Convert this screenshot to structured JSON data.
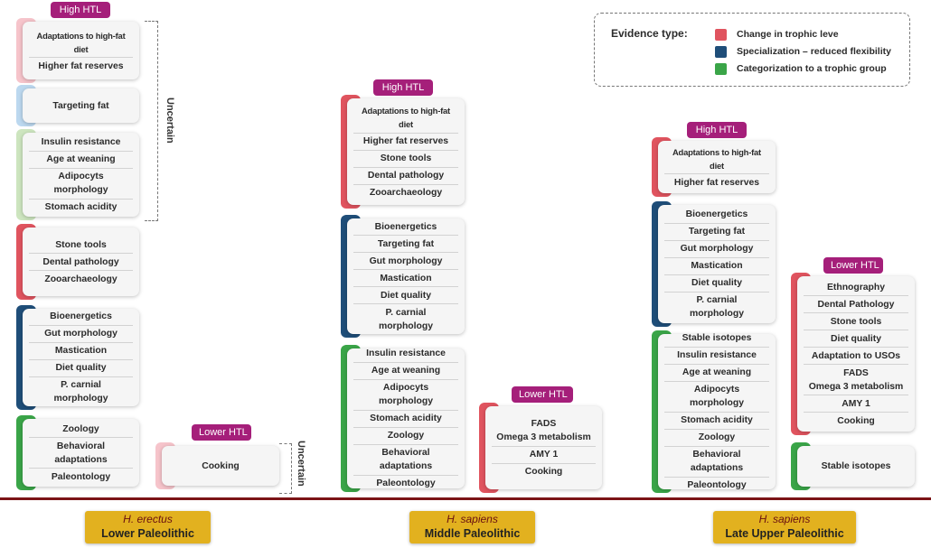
{
  "colors": {
    "change": "#e0545f",
    "specialization": "#1f4e79",
    "categorization": "#3aa548",
    "badge": "#a51f7a",
    "period": "#e2b11f",
    "timeline": "#7b1417"
  },
  "legend": {
    "title": "Evidence type:",
    "items": [
      {
        "label": "Change in trophic leve",
        "color": "#e0545f"
      },
      {
        "label": "Specialization – reduced flexibility",
        "color": "#1f4e79"
      },
      {
        "label": "Categorization to a trophic group",
        "color": "#3aa548"
      }
    ]
  },
  "badges": {
    "erectus_high": "High HTL",
    "erectus_low": "Lower HTL",
    "middle_high": "High HTL",
    "middle_low": "Lower HTL",
    "late_high": "High HTL",
    "late_low": "Lower HTL"
  },
  "uncertain": {
    "main": "Uncertain",
    "low": "Uncertain"
  },
  "erectus": {
    "g1": [
      "Adaptations to high-fat diet",
      "Higher fat reserves"
    ],
    "g2": [
      "Targeting fat"
    ],
    "g3": [
      "Insulin resistance",
      "Age at weaning",
      "Adipocyts morphology",
      "Stomach acidity"
    ],
    "g4": [
      "Stone tools",
      "Dental pathology",
      "Zooarchaeology"
    ],
    "g5": [
      "Bioenergetics",
      "Gut morphology",
      "Mastication",
      "Diet quality",
      "P. carnial morphology"
    ],
    "g6": [
      "Zoology",
      "Behavioral adaptations",
      "Paleontology"
    ],
    "low": [
      "Cooking"
    ]
  },
  "middle": {
    "g1": [
      "Adaptations to high-fat diet",
      "Higher fat reserves",
      "Stone tools",
      "Dental pathology",
      "Zooarchaeology"
    ],
    "g2": [
      "Bioenergetics",
      "Targeting fat",
      "Gut morphology",
      "Mastication",
      "Diet quality",
      "P. carnial morphology"
    ],
    "g3": [
      "Insulin resistance",
      "Age at weaning",
      "Adipocyts morphology",
      "Stomach acidity",
      "Zoology",
      "Behavioral adaptations",
      "Paleontology"
    ],
    "low": [
      "FADS\nOmega 3 metabolism",
      "AMY 1",
      "Cooking"
    ]
  },
  "late": {
    "g1": [
      "Adaptations to high-fat diet",
      "Higher fat reserves"
    ],
    "g2": [
      "Bioenergetics",
      "Targeting fat",
      "Gut morphology",
      "Mastication",
      "Diet quality",
      "P. carnial morphology"
    ],
    "g3": [
      "Stable isotopes",
      "Insulin resistance",
      "Age at weaning",
      "Adipocyts morphology",
      "Stomach acidity",
      "Zoology",
      "Behavioral adaptations",
      "Paleontology"
    ],
    "low1": [
      "Ethnography",
      "Dental Pathology",
      "Stone tools",
      "Diet quality",
      "Adaptation to USOs",
      "FADS\nOmega 3 metabolism",
      "AMY 1",
      "Cooking"
    ],
    "low2": [
      "Stable isotopes"
    ]
  },
  "periods": [
    {
      "species": "H. erectus",
      "period": "Lower Paleolithic"
    },
    {
      "species": "H. sapiens",
      "period": "Middle Paleolithic"
    },
    {
      "species": "H. sapiens",
      "period": "Late Upper Paleolithic"
    }
  ]
}
